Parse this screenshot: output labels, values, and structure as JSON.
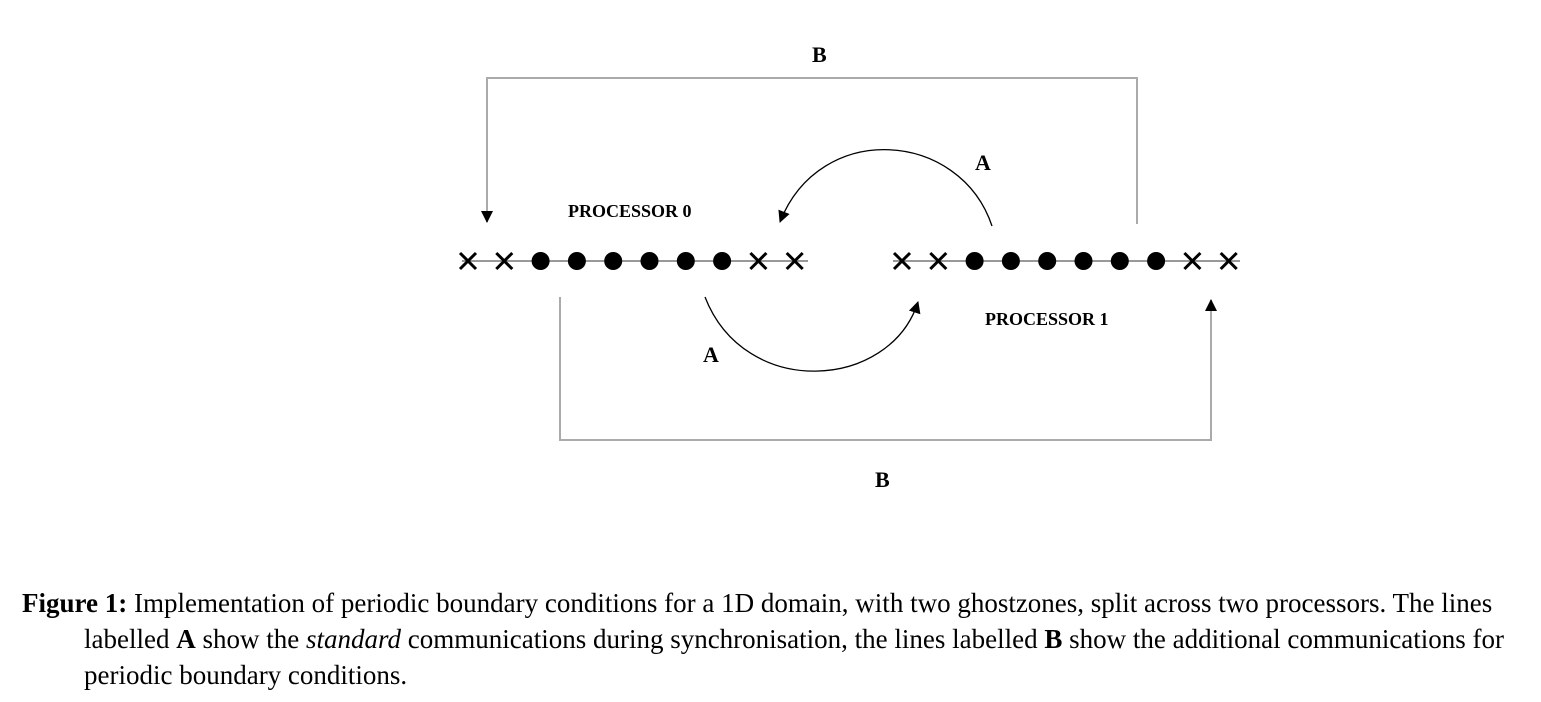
{
  "figure": {
    "processor0_label": "PROCESSOR 0",
    "processor1_label": "PROCESSOR 1",
    "arc_top_label": "A",
    "arc_bottom_label": "A",
    "boundary_top_label": "B",
    "boundary_bottom_label": "B",
    "processor0_cells": [
      "ghost",
      "ghost",
      "interior",
      "interior",
      "interior",
      "interior",
      "interior",
      "interior",
      "ghost",
      "ghost"
    ],
    "processor1_cells": [
      "ghost",
      "ghost",
      "interior",
      "interior",
      "interior",
      "interior",
      "interior",
      "interior",
      "ghost",
      "ghost"
    ]
  },
  "caption": {
    "label": "Figure 1:",
    "text_1": " Implementation of periodic boundary conditions for a 1D domain, with two ghostzones, split across two processors. The lines labelled ",
    "term_a": "A",
    "text_2": " show the ",
    "emphasis": "standard",
    "text_3": " communications during synchronisation, the lines labelled ",
    "term_b": "B",
    "text_4": " show the additional communications for periodic boundary conditions."
  }
}
